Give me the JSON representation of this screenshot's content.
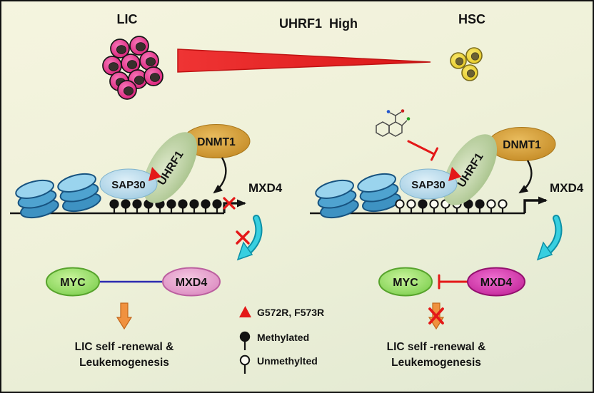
{
  "header": {
    "lic_label": "LIC",
    "hsc_label": "HSC",
    "wedge_label": "UHRF1  High"
  },
  "left_panel": {
    "sap30_label": "SAP30",
    "uhrf1_label": "UHRF1",
    "dnmt1_label": "DNMT1",
    "gene_label": "MXD4",
    "myc_label": "MYC",
    "mxd4_label": "MXD4",
    "outcome_line1": "LIC self -renewal &",
    "outcome_line2": "Leukemogenesis",
    "methylation": [
      "m",
      "m",
      "m",
      "m",
      "m",
      "m",
      "m",
      "m",
      "m",
      "m"
    ]
  },
  "right_panel": {
    "sap30_label": "SAP30",
    "uhrf1_label": "UHRF1",
    "dnmt1_label": "DNMT1",
    "gene_label": "MXD4",
    "myc_label": "MYC",
    "mxd4_label": "MXD4",
    "outcome_line1": "LIC self -renewal &",
    "outcome_line2": "Leukemogenesis",
    "methylation": [
      "u",
      "u",
      "m",
      "u",
      "u",
      "u",
      "m",
      "m",
      "u",
      "u"
    ]
  },
  "legend": {
    "mutation_label": "G572R, F573R",
    "methylated_label": "Methylated",
    "unmethylated_label": "Unmethylted"
  },
  "colors": {
    "wedge_red": "#e82727",
    "accent_red": "#e41818",
    "cyan_arrow": "#38cfe0",
    "lic_cell_pink": "#d6136f",
    "hsc_cell_yellow": "#f3d93d",
    "sap30_blue": "#9cc9e0",
    "uhrf1_green": "#a4bf87",
    "dnmt1_orange": "#c18620",
    "myc_green": "#77cc48",
    "mxd4_pink_left": "#d983bd",
    "mxd4_magenta_right": "#bf1f95",
    "nucleosome_blue": "#3e92c2",
    "orange_arrow": "#f0913f",
    "interaction_blue": "#2b2bb0"
  }
}
